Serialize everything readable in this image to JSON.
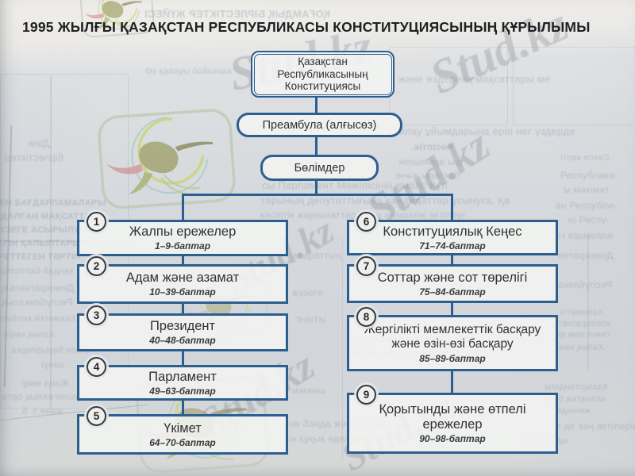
{
  "page_title": "1995 ЖЫЛҒЫ ҚАЗАҚСТАН РЕСПУБЛИКАСЫ КОНСТИТУЦИЯСЫНЫҢ ҚҰРЫЛЫМЫ",
  "diagram": {
    "root_label": "Қазақстан Республикасының Конституциясы",
    "preamble_label": "Преамбула (алғысөз)",
    "sections_label": "Бөлімдер",
    "sections": [
      {
        "num": "1",
        "title": "Жалпы ережелер",
        "articles": "1–9-баптар"
      },
      {
        "num": "2",
        "title": "Адам және азамат",
        "articles": "10–39-баптар"
      },
      {
        "num": "3",
        "title": "Президент",
        "articles": "40–48-баптар"
      },
      {
        "num": "4",
        "title": "Парламент",
        "articles": "49–63-баптар"
      },
      {
        "num": "5",
        "title": "Үкімет",
        "articles": "64–70-баптар"
      },
      {
        "num": "6",
        "title": "Конституциялық Кеңес",
        "articles": "71–74-баптар"
      },
      {
        "num": "7",
        "title": "Соттар және сот төрелігі",
        "articles": "75–84-баптар"
      },
      {
        "num": "8",
        "title": "Жергілікті мемлекеттік басқару және өзін-өзі басқару",
        "articles": "85–89-баптар"
      },
      {
        "num": "9",
        "title": "Қорытынды және өтпелі ережелер",
        "articles": "90–98-баптар"
      }
    ]
  },
  "watermark": {
    "text": "Stud.kz",
    "logo": "stud-kz-hummingbird-logo"
  },
  "colors": {
    "box_border": "#2c5e90",
    "box_fill": "#f2f3f0",
    "page_bg": "#d5d9dd",
    "title_text": "#1f1f21",
    "ghost_text": "#78839a"
  },
  "ghosts": [
    "ҚОҒАМДЫҚ БІРЛЕСТІКТЕР ЖҮЙЕСІ",
    "Өз қалауы бойынша",
    "және өздерінің мақсаттары ме",
    "сайлау ұйымдарына еріп нег үздерде",
    "Кәсіптік.",
    "шы армешілік",
    "бақтары және",
    "Секси көрті",
    "сы Парламент Мәжілісінің ималс Күл",
    "тарының депутаттығына кандидаттар ұсынуға, Қа",
    "кәсіптік жарғыхаттарының әкімшілік актілері",
    "Діни",
    "бірлестіктер",
    "МЕН БАҒДАРЛАМАЛАРЫ",
    "ЫДАЛҒАН МАҚСАТТАР",
    "ЖҮЗЕГЕ АСЫРЫЛУЫН",
    "ТЕГІН ҚАЛЫПТАРЫН",
    "ІРЕТТЕГЕН ТӘРТІП",
    "қандай-баптістер",
    "Демократиялық",
    "Республикалық",
    "Хажметтік көлбәті",
    "Халық көңіл",
    "ымен бауырларға",
    "шкеуі",
    "Жаңа өмір",
    "биологиялық орта",
    "және т. б.",
    "еге асыюға ч стайдық бір",
    "ьоқанышедгі едө уенгейшіл",
    "нө Заңда және Қазақ",
    "ін құқық өделген",
    "Қазақстандағы",
    "халықтық билік",
    "жөніндегі",
    "е де заң актілерінде",
    "ды",
    "апараттың",
    "жүзеге",
    "ИТИНГ",
    "мәкемш",
    "Республика-",
    "ы мәкімәт",
    "ан Республи-",
    "ні Респу-",
    "өлләмшіә ға",
    "Демократия",
    "Республика",
    "Хәлиметті",
    "кооперативті",
    "өр мен пикет",
    "Халық көні"
  ]
}
